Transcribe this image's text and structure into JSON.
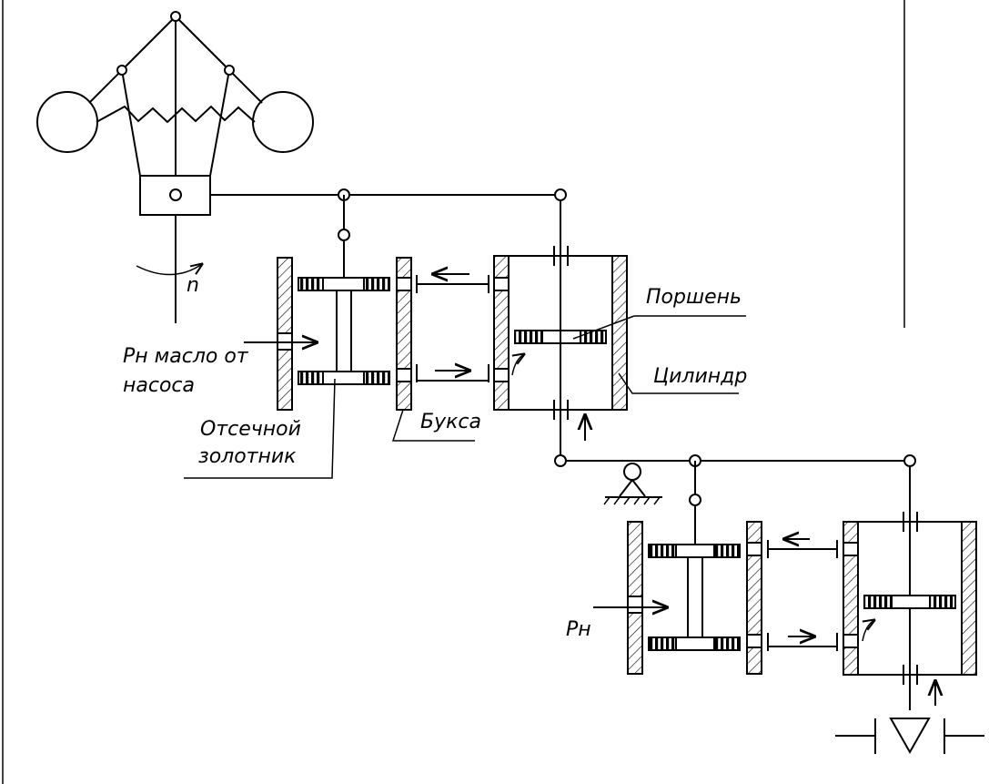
{
  "labels": {
    "speed": "n",
    "oil_from_pump_line1": "Рн масло от",
    "oil_from_pump_line2": "насоса",
    "cutoff_valve_line1": "Отсечной",
    "cutoff_valve_line2": "золотник",
    "bushing": "Букса",
    "piston": "Поршень",
    "cylinder": "Цилиндр",
    "second_stage_pressure": "Рн"
  }
}
